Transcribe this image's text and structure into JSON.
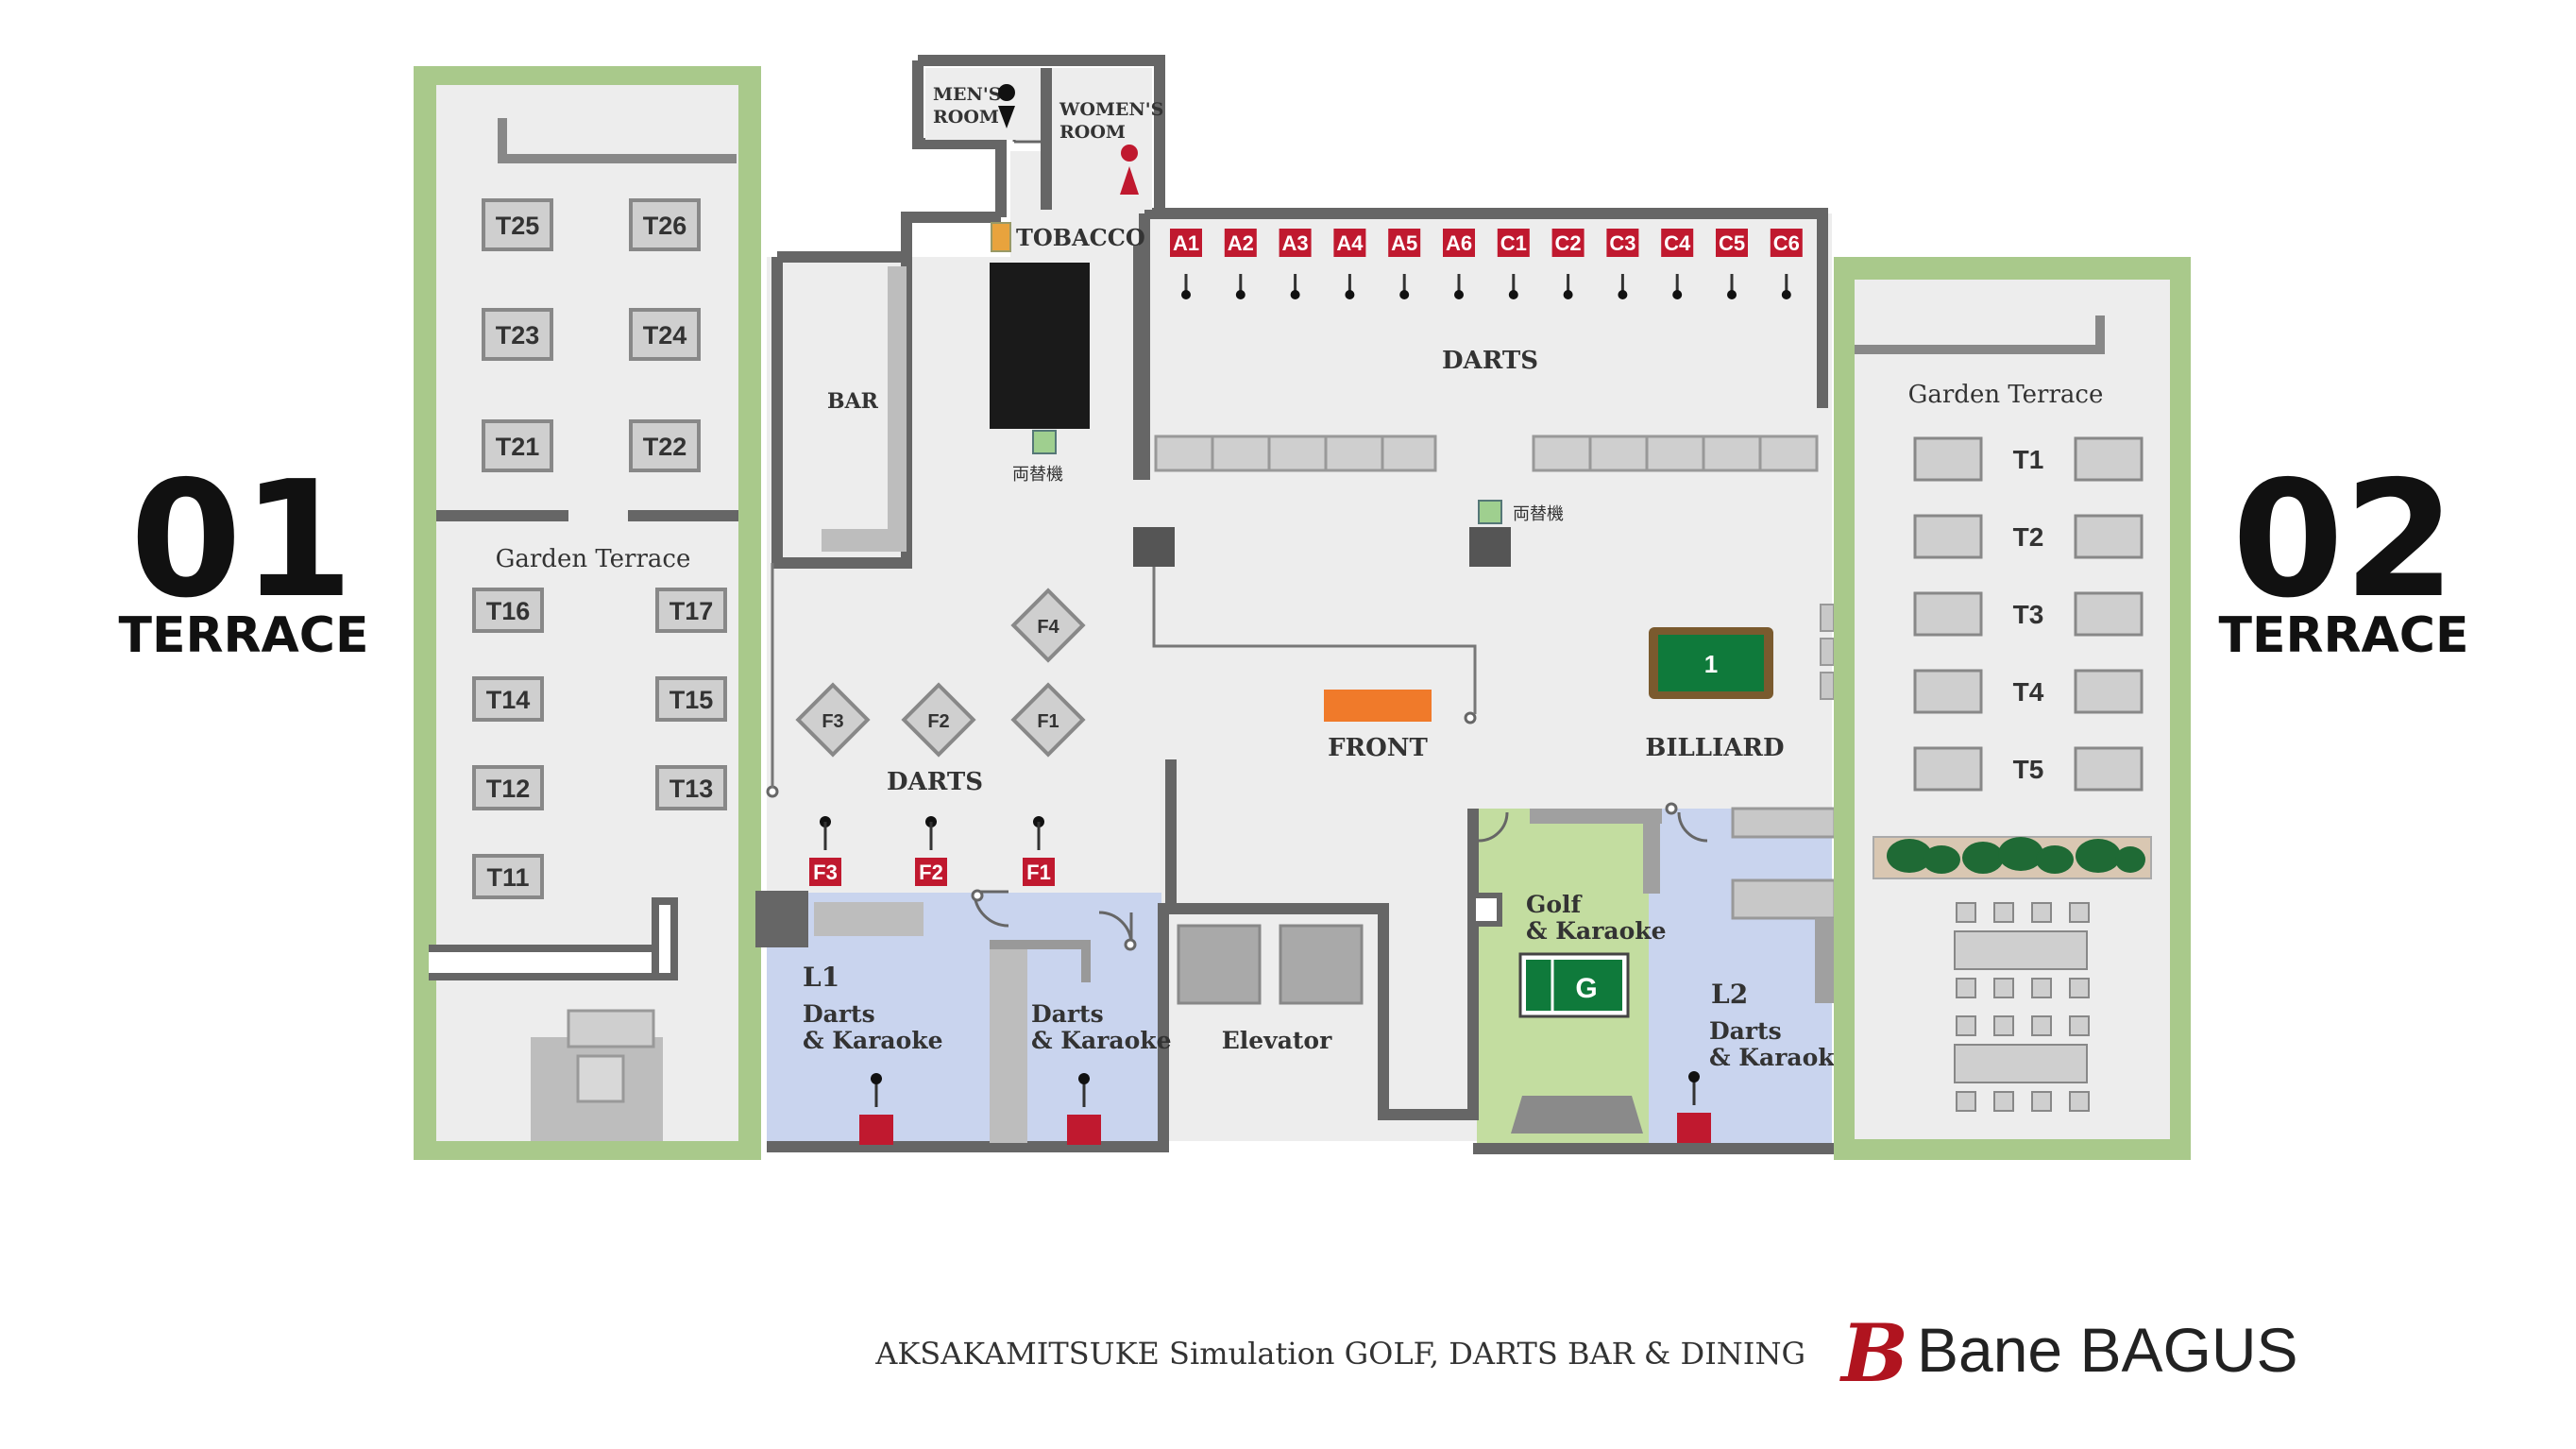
{
  "terrace_left": {
    "number": "01",
    "label": "TERRACE",
    "area_label": "Garden Terrace",
    "tables": [
      "T25",
      "T26",
      "T23",
      "T24",
      "T21",
      "T22",
      "T16",
      "T17",
      "T14",
      "T15",
      "T12",
      "T13",
      "T11"
    ]
  },
  "terrace_right": {
    "number": "02",
    "label": "TERRACE",
    "area_label": "Garden Terrace",
    "tables": [
      "T1",
      "T2",
      "T3",
      "T4",
      "T5"
    ]
  },
  "restrooms": {
    "men": [
      "MEN'S",
      "ROOM"
    ],
    "women": [
      "WOMEN'S",
      "ROOM"
    ]
  },
  "tobacco": "TOBACCO",
  "bar": "BAR",
  "exchange_machine": "両替機",
  "dart_lanes_top": [
    "A1",
    "A2",
    "A3",
    "A4",
    "A5",
    "A6",
    "C1",
    "C2",
    "C3",
    "C4",
    "C5",
    "C6"
  ],
  "dart_lanes_bottom": [
    "F3",
    "F2",
    "F1"
  ],
  "dart_tables": [
    "F4",
    "F3",
    "F2",
    "F1"
  ],
  "areas": {
    "darts_top": "DARTS",
    "darts_bottom": "DARTS",
    "front": "FRONT",
    "billiard": "BILLIARD",
    "billiard_ball": "1",
    "elevator": "Elevator",
    "golf": [
      "Golf",
      "& Karaoke"
    ],
    "golf_icon": "G",
    "l1": {
      "code": "L1",
      "name": [
        "Darts",
        "& Karaoke"
      ]
    },
    "room_mid": {
      "name": [
        "Darts",
        "& Karaoke"
      ]
    },
    "l2": {
      "code": "L2",
      "name": [
        "Darts",
        "& Karaoke"
      ]
    }
  },
  "footer": {
    "tagline": "AKSAKAMITSUKE  Simulation GOLF, DARTS BAR & DINING",
    "brand": "Bane BAGUS",
    "logo_mark": "B"
  },
  "colors": {
    "terrace_green": "#a9c98b",
    "dart_red": "#c0192f",
    "karaoke_blue": "#c9d4ee",
    "golf_green": "#c3dda0",
    "front_orange": "#f07a2a",
    "billiard_green": "#0f7a3b"
  }
}
